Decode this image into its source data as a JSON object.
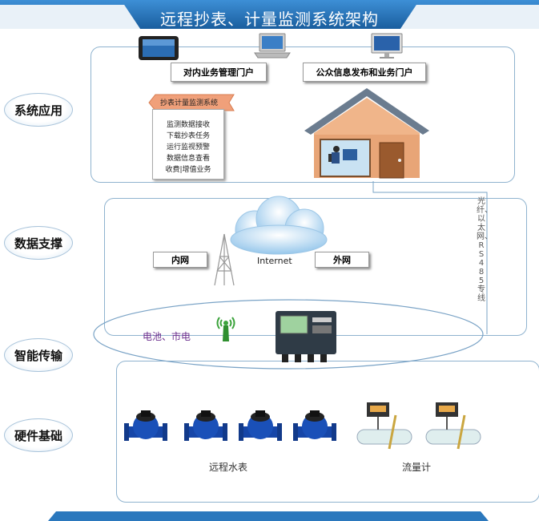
{
  "title": "远程抄表、计量监测系统架构",
  "layers": {
    "application": "系统应用",
    "data_support": "数据支撑",
    "transmission": "智能传输",
    "hardware": "硬件基础"
  },
  "portals": {
    "internal": "对内业务管理门户",
    "public": "公众信息发布和业务门户"
  },
  "system": {
    "name": "抄表计量监测系统",
    "functions": [
      "监测数据接收",
      "下载抄表任务",
      "运行监视预警",
      "数据信息查看",
      "收费|增值业务"
    ]
  },
  "network": {
    "intranet": "内网",
    "internet": "Internet",
    "extranet": "外网",
    "link_types": "光纤、以太网、RS485专线"
  },
  "transmission": {
    "power": "电池、市电"
  },
  "hardware": {
    "water_meter": "远程水表",
    "flow_meter": "流量计"
  },
  "colors": {
    "banner": "#1f6fb4",
    "panel_border": "#8fb3cf",
    "purple_text": "#6a2c8c",
    "meter_blue": "#1646a8"
  }
}
